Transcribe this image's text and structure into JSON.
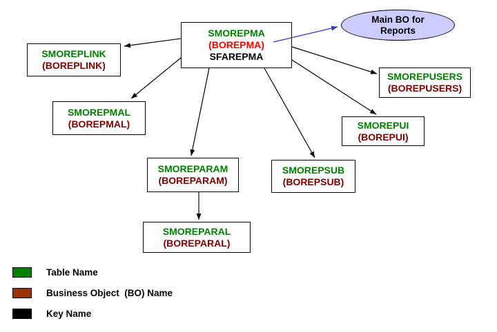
{
  "diagram": {
    "center_node": {
      "table": "SMOREPMA",
      "bo": "(BOREPMA)",
      "key": "SFAREPMA"
    },
    "ellipse": {
      "line1": "Main BO for",
      "line2": "Reports"
    },
    "nodes": {
      "smoreplink": {
        "table": "SMOREPLINK",
        "bo": "(BOREPLINK)"
      },
      "smorepmal": {
        "table": "SMOREPMAL",
        "bo": "(BOREPMAL)"
      },
      "smoreparam": {
        "table": "SMOREPARAM",
        "bo": "(BOREPARAM)"
      },
      "smoreparal": {
        "table": "SMOREPARAL",
        "bo": "(BOREPARAL)"
      },
      "smorepsub": {
        "table": "SMOREPSUB",
        "bo": "(BOREPSUB)"
      },
      "smorepui": {
        "table": "SMOREPUI",
        "bo": "(BOREPUI)"
      },
      "smorepusers": {
        "table": "SMOREPUSERS",
        "bo": "(BOREPUSERS)"
      }
    }
  },
  "legend": {
    "items": [
      {
        "label": "Table Name",
        "color": "#008000"
      },
      {
        "label": "Business Object  (BO) Name",
        "color": "#993300"
      },
      {
        "label": "Key Name",
        "color": "#000000"
      }
    ]
  },
  "colors": {
    "table_text": "#008000",
    "bo_text": "#800000",
    "center_bo_text": "#FF0000",
    "key_text": "#000000",
    "arrow": "#000000",
    "main_bo_arrow": "#3333CC",
    "ellipse_fill": "#CCCCFF",
    "background": "#FFFFFF"
  }
}
